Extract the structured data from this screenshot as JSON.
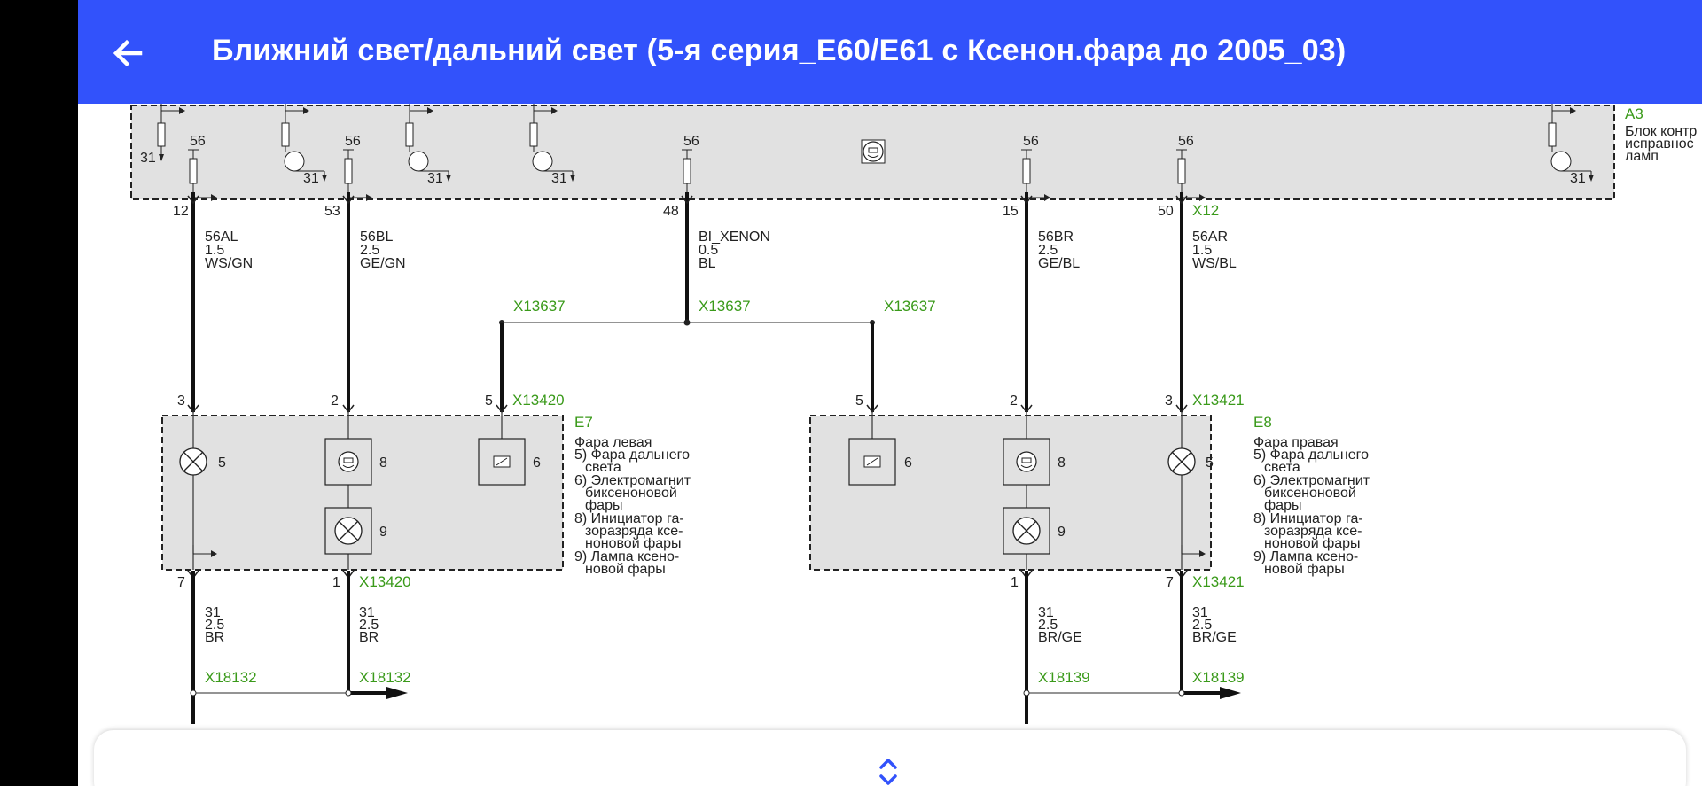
{
  "app": {
    "title": "Ближний свет/дальний свет (5-я серия_E60/E61 с Ксенон.фара до 2005_03)",
    "back_icon": "arrow-left-icon",
    "accent_color": "#3252fb",
    "connector_color": "#3a9a1a"
  },
  "module_a3": {
    "id": "A3",
    "desc": [
      "Блок контр",
      "исправнос",
      "ламп"
    ],
    "pin_ground": "31",
    "pin_56": "56",
    "connector": "X12"
  },
  "wires": {
    "w12": {
      "pin": "12",
      "name": "56AL",
      "size": "1.5",
      "color": "WS/GN"
    },
    "w53": {
      "pin": "53",
      "name": "56BL",
      "size": "2.5",
      "color": "GE/GN"
    },
    "w48": {
      "pin": "48",
      "name": "BI_XENON",
      "size": "0.5",
      "color": "BL"
    },
    "w15": {
      "pin": "15",
      "name": "56BR",
      "size": "2.5",
      "color": "GE/BL"
    },
    "w50": {
      "pin": "50",
      "name": "56AR",
      "size": "1.5",
      "color": "WS/BL"
    }
  },
  "splice": "X13637",
  "e7": {
    "id": "E7",
    "connector": "X13420",
    "pins_top": {
      "a": "3",
      "b": "2",
      "c": "5"
    },
    "pins_bottom": {
      "a": "7",
      "b": "1"
    },
    "items": {
      "lamp": "5",
      "igniter": "8",
      "magnet": "6",
      "xenon": "9"
    },
    "desc": [
      "Фара левая",
      "5) Фара дальнего",
      "света",
      "6) Электромагнит",
      "биксеноновой",
      "фары",
      "8) Инициатор га-",
      "зоразряда ксе-",
      "ноновой фары",
      "9) Лампа ксено-",
      "новой фары"
    ]
  },
  "e8": {
    "id": "E8",
    "connector": "X13421",
    "pins_top": {
      "a": "5",
      "b": "2",
      "c": "3"
    },
    "pins_bottom": {
      "a": "1",
      "b": "7"
    },
    "items": {
      "lamp": "5",
      "igniter": "8",
      "magnet": "6",
      "xenon": "9"
    },
    "desc": [
      "Фара правая",
      "5) Фара дальнего",
      "света",
      "6) Электромагнит",
      "биксеноновой",
      "фары",
      "8) Инициатор га-",
      "зоразряда ксе-",
      "ноновой фары",
      "9) Лампа ксено-",
      "новой фары"
    ]
  },
  "ground_wires": {
    "g1": {
      "name": "31",
      "size": "2.5",
      "color": "BR"
    },
    "g2": {
      "name": "31",
      "size": "2.5",
      "color": "BR"
    },
    "g3": {
      "name": "31",
      "size": "2.5",
      "color": "BR/GE"
    },
    "g4": {
      "name": "31",
      "size": "2.5",
      "color": "BR/GE"
    }
  },
  "ground_connectors": {
    "left": "X18132",
    "right": "X18139"
  },
  "sheet": {
    "handle_icon": "chevron-up-down-icon"
  }
}
